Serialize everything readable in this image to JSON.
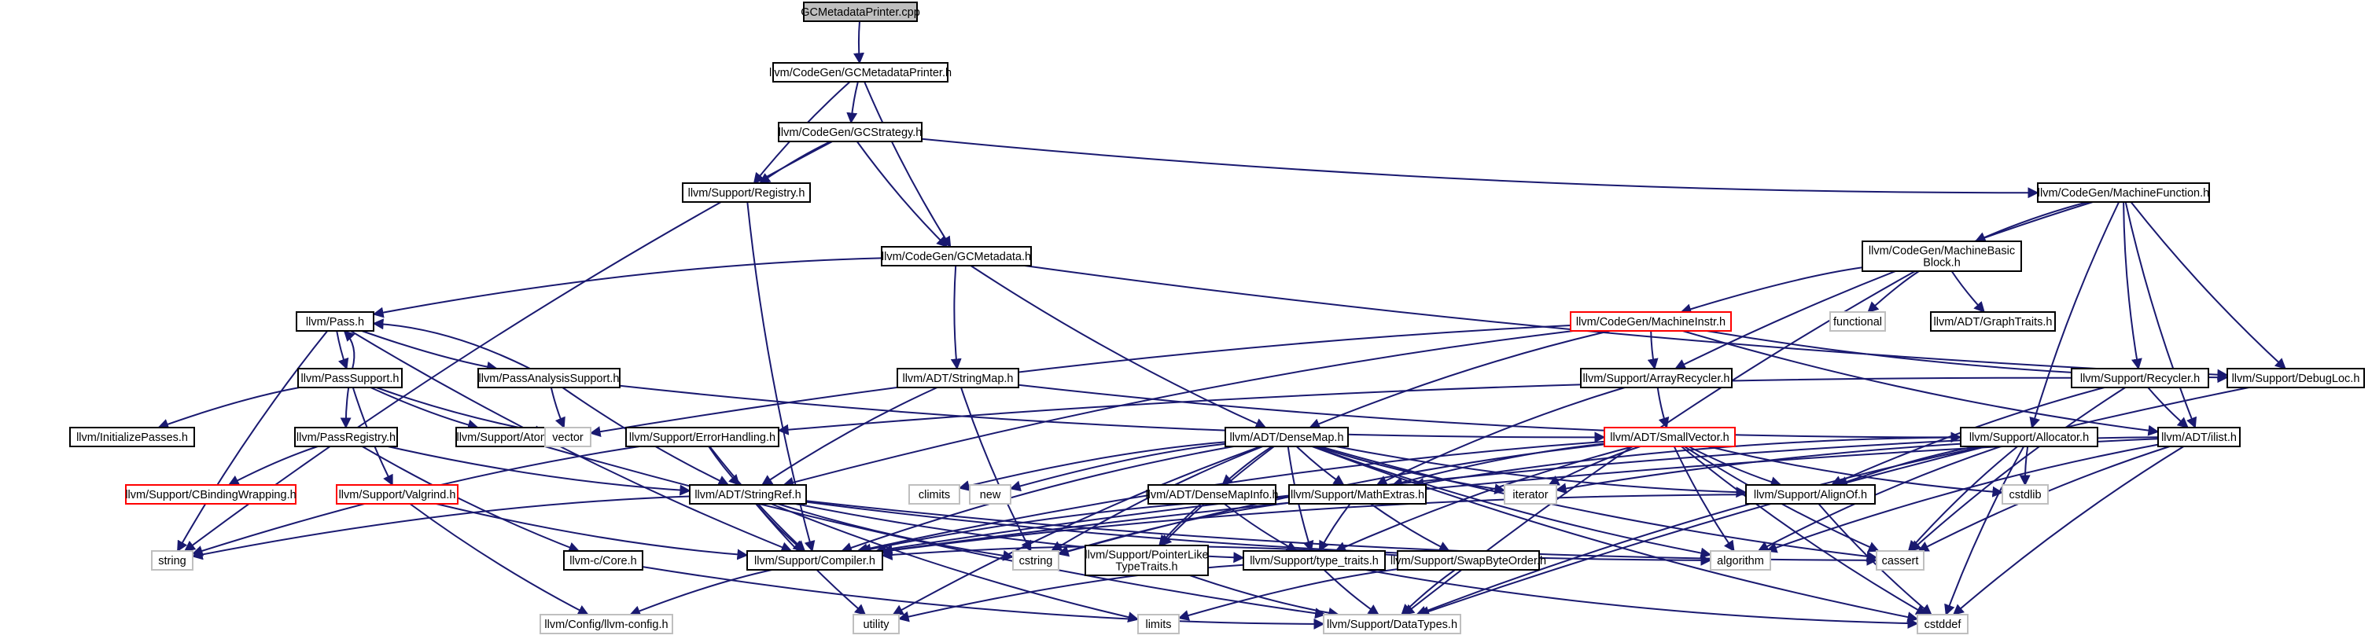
{
  "diagram": {
    "colors": {
      "edge": "#191970",
      "box": "#000000",
      "gray_box": "#bfbfbf",
      "red_box": "#ff0000",
      "root_fill": "#bfbfbf"
    },
    "nodes": [
      {
        "id": "root",
        "label": "GCMetadataPrinter.cpp",
        "style": "root"
      },
      {
        "id": "gcmp",
        "label": "llvm/CodeGen/GCMetadataPrinter.h",
        "style": "normal"
      },
      {
        "id": "gcs",
        "label": "llvm/CodeGen/GCStrategy.h",
        "style": "normal"
      },
      {
        "id": "reg",
        "label": "llvm/Support/Registry.h",
        "style": "normal"
      },
      {
        "id": "mf",
        "label": "llvm/CodeGen/MachineFunction.h",
        "style": "normal"
      },
      {
        "id": "gcmd",
        "label": "llvm/CodeGen/GCMetadata.h",
        "style": "normal"
      },
      {
        "id": "mbb",
        "label": [
          "llvm/CodeGen/MachineBasic",
          "Block.h"
        ],
        "style": "normal"
      },
      {
        "id": "pass",
        "label": "llvm/Pass.h",
        "style": "normal"
      },
      {
        "id": "minstr",
        "label": "llvm/CodeGen/MachineInstr.h",
        "style": "red"
      },
      {
        "id": "functional",
        "label": "functional",
        "style": "gray"
      },
      {
        "id": "graphtraits",
        "label": "llvm/ADT/GraphTraits.h",
        "style": "normal"
      },
      {
        "id": "passsupport",
        "label": "llvm/PassSupport.h",
        "style": "normal"
      },
      {
        "id": "pas",
        "label": "llvm/PassAnalysisSupport.h",
        "style": "normal"
      },
      {
        "id": "strmap",
        "label": "llvm/ADT/StringMap.h",
        "style": "normal"
      },
      {
        "id": "arec",
        "label": "llvm/Support/ArrayRecycler.h",
        "style": "normal"
      },
      {
        "id": "rec",
        "label": "llvm/Support/Recycler.h",
        "style": "normal"
      },
      {
        "id": "dbg",
        "label": "llvm/Support/DebugLoc.h",
        "style": "normal"
      },
      {
        "id": "initp",
        "label": "llvm/InitializePasses.h",
        "style": "normal"
      },
      {
        "id": "preg",
        "label": "llvm/PassRegistry.h",
        "style": "normal"
      },
      {
        "id": "atomic",
        "label": "llvm/Support/Atomic.h",
        "style": "normal"
      },
      {
        "id": "vector",
        "label": "vector",
        "style": "gray"
      },
      {
        "id": "errh",
        "label": "llvm/Support/ErrorHandling.h",
        "style": "normal"
      },
      {
        "id": "dmap",
        "label": "llvm/ADT/DenseMap.h",
        "style": "normal"
      },
      {
        "id": "svec",
        "label": "llvm/ADT/SmallVector.h",
        "style": "red"
      },
      {
        "id": "alloc",
        "label": "llvm/Support/Allocator.h",
        "style": "normal"
      },
      {
        "id": "ilist",
        "label": "llvm/ADT/ilist.h",
        "style": "normal"
      },
      {
        "id": "cbw",
        "label": "llvm/Support/CBindingWrapping.h",
        "style": "red"
      },
      {
        "id": "valgrind",
        "label": "llvm/Support/Valgrind.h",
        "style": "red"
      },
      {
        "id": "strref",
        "label": "llvm/ADT/StringRef.h",
        "style": "normal"
      },
      {
        "id": "climits",
        "label": "climits",
        "style": "gray"
      },
      {
        "id": "new",
        "label": "new",
        "style": "gray"
      },
      {
        "id": "dmi",
        "label": "llvm/ADT/DenseMapInfo.h",
        "style": "normal"
      },
      {
        "id": "iterator",
        "label": "iterator",
        "style": "gray"
      },
      {
        "id": "mathext",
        "label": "llvm/Support/MathExtras.h",
        "style": "normal"
      },
      {
        "id": "alignof",
        "label": "llvm/Support/AlignOf.h",
        "style": "normal"
      },
      {
        "id": "cstdlib",
        "label": "cstdlib",
        "style": "gray"
      },
      {
        "id": "string",
        "label": "string",
        "style": "gray"
      },
      {
        "id": "ccore",
        "label": "llvm-c/Core.h",
        "style": "normal"
      },
      {
        "id": "compiler",
        "label": "llvm/Support/Compiler.h",
        "style": "normal"
      },
      {
        "id": "cstring",
        "label": "cstring",
        "style": "gray"
      },
      {
        "id": "ptrlike",
        "label": [
          "llvm/Support/PointerLike",
          "TypeTraits.h"
        ],
        "style": "normal"
      },
      {
        "id": "typetraits",
        "label": "llvm/Support/type_traits.h",
        "style": "normal"
      },
      {
        "id": "swapbo",
        "label": "llvm/Support/SwapByteOrder.h",
        "style": "normal"
      },
      {
        "id": "algorithm",
        "label": "algorithm",
        "style": "gray"
      },
      {
        "id": "cassert",
        "label": "cassert",
        "style": "gray"
      },
      {
        "id": "llvmconfig",
        "label": "llvm/Config/llvm-config.h",
        "style": "gray"
      },
      {
        "id": "utility",
        "label": "utility",
        "style": "gray"
      },
      {
        "id": "limits",
        "label": "limits",
        "style": "gray"
      },
      {
        "id": "datatypes",
        "label": "llvm/Support/DataTypes.h",
        "style": "gray"
      },
      {
        "id": "cstddef",
        "label": "cstddef",
        "style": "gray"
      }
    ],
    "edges": [
      [
        "root",
        "gcmp"
      ],
      [
        "gcmp",
        "gcs"
      ],
      [
        "gcmp",
        "reg"
      ],
      [
        "gcmp",
        "gcmd"
      ],
      [
        "gcs",
        "reg"
      ],
      [
        "gcs",
        "mf"
      ],
      [
        "gcs",
        "gcmd"
      ],
      [
        "gcs",
        "string"
      ],
      [
        "reg",
        "compiler"
      ],
      [
        "mf",
        "mbb"
      ],
      [
        "mf",
        "arec"
      ],
      [
        "mf",
        "rec"
      ],
      [
        "mf",
        "dbg"
      ],
      [
        "mf",
        "alloc"
      ],
      [
        "mf",
        "ilist"
      ],
      [
        "gcmd",
        "pass"
      ],
      [
        "gcmd",
        "strmap"
      ],
      [
        "gcmd",
        "dmap"
      ],
      [
        "gcmd",
        "dbg"
      ],
      [
        "mbb",
        "minstr"
      ],
      [
        "mbb",
        "functional"
      ],
      [
        "mbb",
        "graphtraits"
      ],
      [
        "mbb",
        "datatypes"
      ],
      [
        "pass",
        "passsupport"
      ],
      [
        "pass",
        "pas"
      ],
      [
        "pass",
        "string"
      ],
      [
        "pass",
        "compiler"
      ],
      [
        "passsupport",
        "pass"
      ],
      [
        "passsupport",
        "initp"
      ],
      [
        "passsupport",
        "preg"
      ],
      [
        "passsupport",
        "atomic"
      ],
      [
        "passsupport",
        "valgrind"
      ],
      [
        "passsupport",
        "vector"
      ],
      [
        "pas",
        "pass"
      ],
      [
        "pas",
        "vector"
      ],
      [
        "pas",
        "strref"
      ],
      [
        "pas",
        "svec"
      ],
      [
        "minstr",
        "dbg"
      ],
      [
        "minstr",
        "arec"
      ],
      [
        "minstr",
        "dmap"
      ],
      [
        "minstr",
        "strref"
      ],
      [
        "minstr",
        "ilist"
      ],
      [
        "minstr",
        "vector"
      ],
      [
        "strmap",
        "strref"
      ],
      [
        "strmap",
        "alloc"
      ],
      [
        "strmap",
        "cstring"
      ],
      [
        "arec",
        "svec"
      ],
      [
        "arec",
        "mathext"
      ],
      [
        "rec",
        "alignof"
      ],
      [
        "rec",
        "errh"
      ],
      [
        "rec",
        "ilist"
      ],
      [
        "rec",
        "cassert"
      ],
      [
        "dbg",
        "datatypes"
      ],
      [
        "preg",
        "cbw"
      ],
      [
        "preg",
        "strref"
      ],
      [
        "preg",
        "ccore"
      ],
      [
        "atomic",
        "datatypes"
      ],
      [
        "errh",
        "compiler"
      ],
      [
        "errh",
        "strref"
      ],
      [
        "errh",
        "string"
      ],
      [
        "dmap",
        "climits"
      ],
      [
        "dmap",
        "new"
      ],
      [
        "dmap",
        "dmi"
      ],
      [
        "dmap",
        "iterator"
      ],
      [
        "dmap",
        "mathext"
      ],
      [
        "dmap",
        "alignof"
      ],
      [
        "dmap",
        "compiler"
      ],
      [
        "dmap",
        "typetraits"
      ],
      [
        "dmap",
        "ptrlike"
      ],
      [
        "dmap",
        "algorithm"
      ],
      [
        "dmap",
        "cassert"
      ],
      [
        "dmap",
        "cstddef"
      ],
      [
        "dmap",
        "utility"
      ],
      [
        "dmap",
        "cstring"
      ],
      [
        "svec",
        "iterator"
      ],
      [
        "svec",
        "mathext"
      ],
      [
        "svec",
        "alignof"
      ],
      [
        "svec",
        "compiler"
      ],
      [
        "svec",
        "typetraits"
      ],
      [
        "svec",
        "algorithm"
      ],
      [
        "svec",
        "cassert"
      ],
      [
        "svec",
        "cstddef"
      ],
      [
        "svec",
        "cstdlib"
      ],
      [
        "svec",
        "cstring"
      ],
      [
        "alloc",
        "alignof"
      ],
      [
        "alloc",
        "mathext"
      ],
      [
        "alloc",
        "datatypes"
      ],
      [
        "alloc",
        "cstdlib"
      ],
      [
        "alloc",
        "cstddef"
      ],
      [
        "alloc",
        "cassert"
      ],
      [
        "alloc",
        "algorithm"
      ],
      [
        "alloc",
        "compiler"
      ],
      [
        "ilist",
        "iterator"
      ],
      [
        "ilist",
        "algorithm"
      ],
      [
        "ilist",
        "cassert"
      ],
      [
        "ilist",
        "cstddef"
      ],
      [
        "ilist",
        "compiler"
      ],
      [
        "valgrind",
        "compiler"
      ],
      [
        "valgrind",
        "llvmconfig"
      ],
      [
        "strref",
        "compiler"
      ],
      [
        "strref",
        "typetraits"
      ],
      [
        "strref",
        "algorithm"
      ],
      [
        "strref",
        "cassert"
      ],
      [
        "strref",
        "cstring"
      ],
      [
        "strref",
        "limits"
      ],
      [
        "strref",
        "string"
      ],
      [
        "strref",
        "utility"
      ],
      [
        "dmi",
        "ptrlike"
      ],
      [
        "dmi",
        "typetraits"
      ],
      [
        "mathext",
        "compiler"
      ],
      [
        "mathext",
        "swapbo"
      ],
      [
        "mathext",
        "typetraits"
      ],
      [
        "mathext",
        "cstring"
      ],
      [
        "alignof",
        "cstddef"
      ],
      [
        "alignof",
        "compiler"
      ],
      [
        "ccore",
        "datatypes"
      ],
      [
        "compiler",
        "llvmconfig"
      ],
      [
        "ptrlike",
        "datatypes"
      ],
      [
        "typetraits",
        "utility"
      ],
      [
        "typetraits",
        "datatypes"
      ],
      [
        "typetraits",
        "cstddef"
      ],
      [
        "swapbo",
        "compiler"
      ],
      [
        "swapbo",
        "datatypes"
      ],
      [
        "swapbo",
        "limits"
      ]
    ]
  }
}
